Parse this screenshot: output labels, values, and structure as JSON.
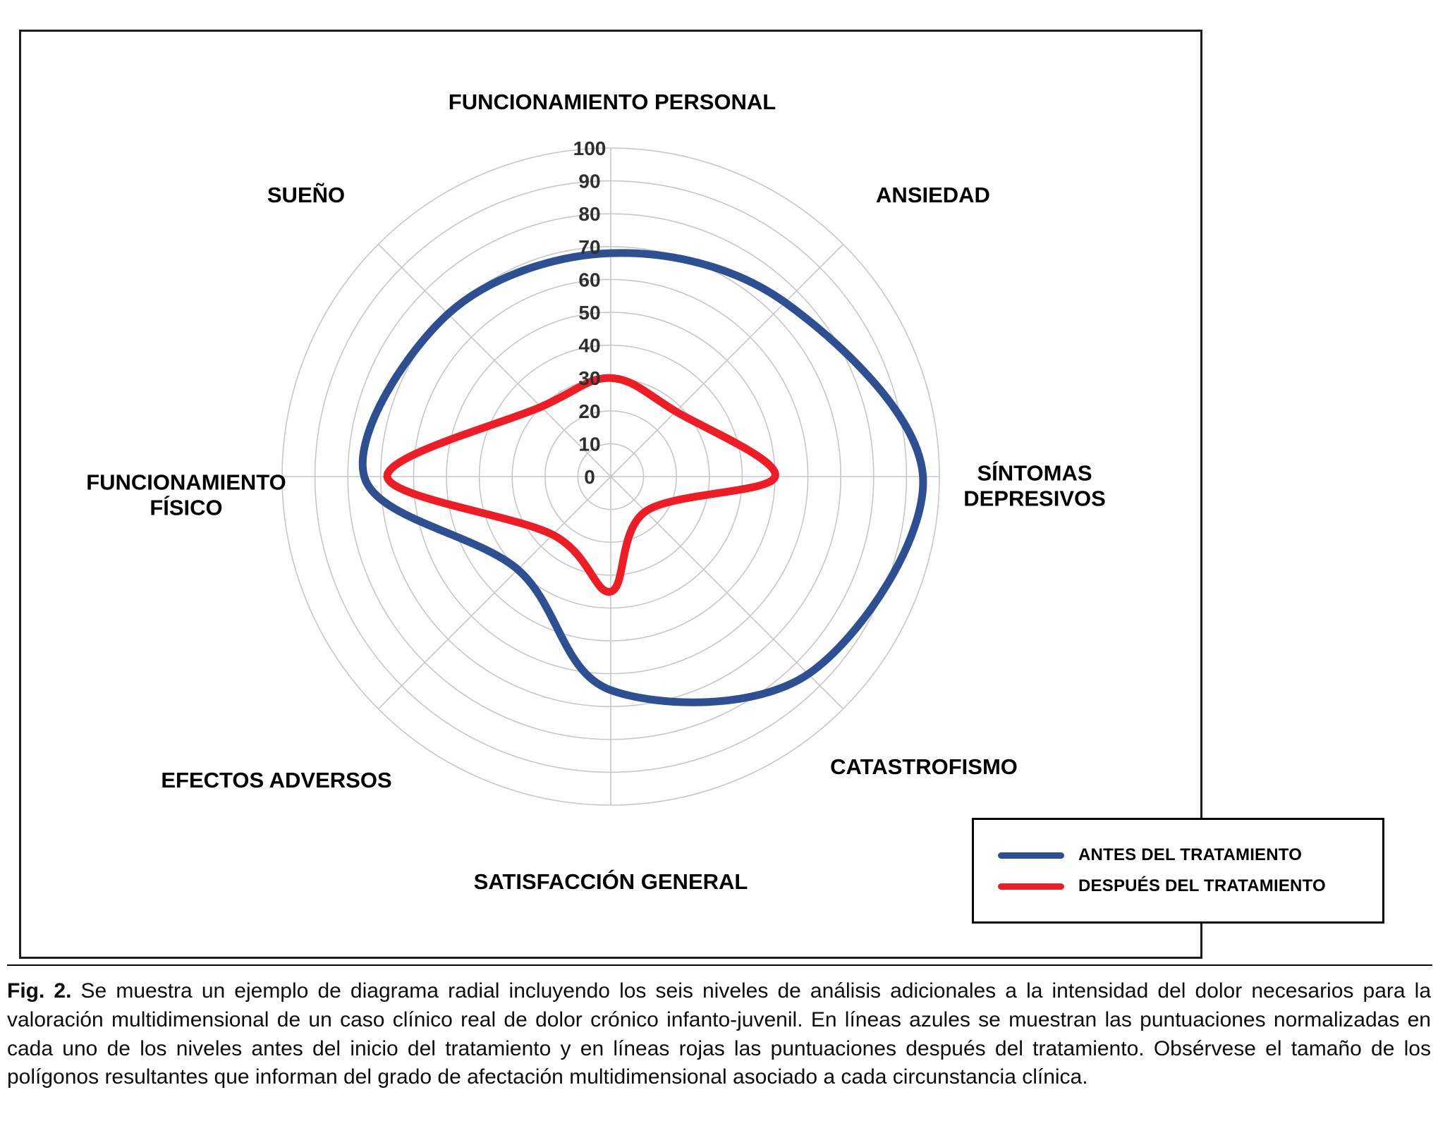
{
  "chart_data": {
    "type": "radar",
    "grid": "circular",
    "line_style": "smooth",
    "legend_position": "bottom-right",
    "axes": [
      "FUNCIONAMIENTO PERSONAL",
      "ANSIEDAD",
      "SÍNTOMAS DEPRESIVOS",
      "CATASTROFISMO",
      "SATISFACCIÓN GENERAL",
      "EFECTOS ADVERSOS",
      "FUNCIONAMIENTO FÍSICO",
      "SUEÑO"
    ],
    "scale": {
      "min": 0,
      "max": 100,
      "step": 10,
      "tick_labels": [
        "100",
        "90",
        "80",
        "70",
        "60",
        "50",
        "40",
        "30",
        "20",
        "10",
        "0"
      ]
    },
    "series": [
      {
        "name": "ANTES DEL TRATAMIENTO",
        "color": "#2e4f92",
        "values": [
          68,
          75,
          95,
          85,
          65,
          40,
          75,
          70
        ]
      },
      {
        "name": "DESPUÉS DEL TRATAMIENTO",
        "color": "#ee1c24",
        "values": [
          30,
          28,
          50,
          15,
          35,
          25,
          68,
          30
        ]
      }
    ]
  },
  "colors": {
    "grid": "#c7c7c7",
    "tick_text": "#2f2f2f",
    "border": "#1c1c1c"
  },
  "caption": {
    "fig_label": "Fig. 2.",
    "text": " Se muestra un ejemplo de diagrama radial incluyendo los seis niveles de análisis adicionales a la intensidad del dolor necesarios para la valoración multidimensional de un caso clínico real de dolor crónico infanto-juvenil. En líneas azules se muestran las puntuaciones normalizadas en cada uno de los niveles antes del inicio del tratamiento y en líneas rojas las puntuaciones después del tratamiento. Obsérvese el tamaño de los polígonos resultantes que informan del grado de afectación multidimensional asociado a cada circunstancia clínica."
  }
}
